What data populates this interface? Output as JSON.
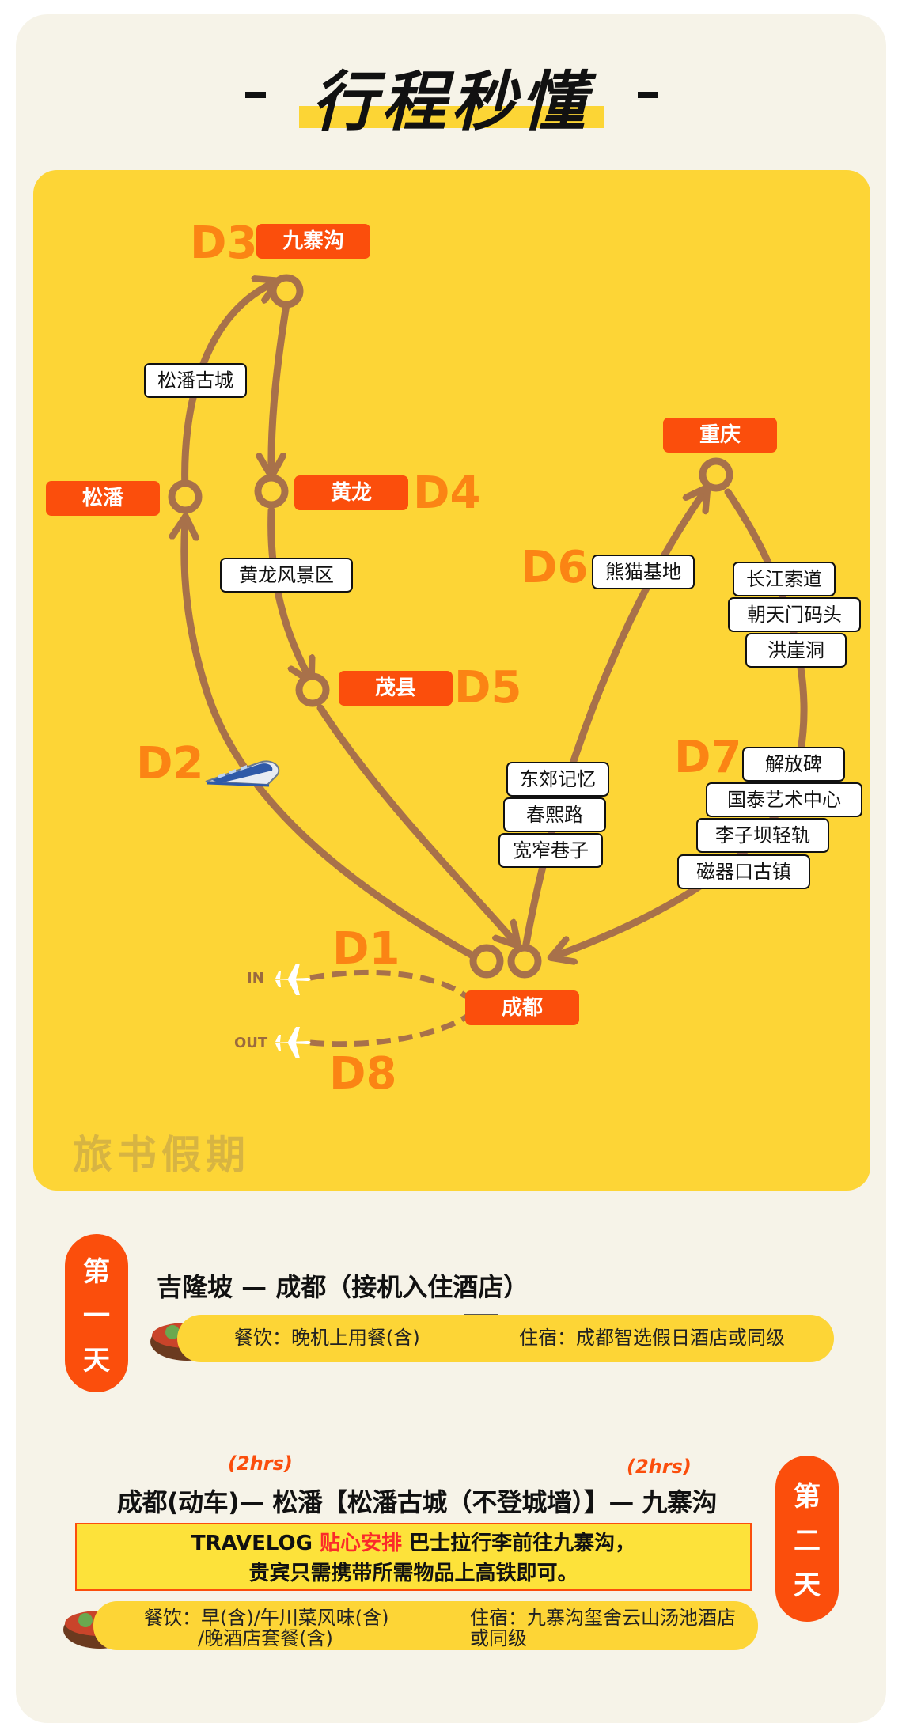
{
  "title": "行程秒懂",
  "map": {
    "cities": {
      "jiuzhaigou": "九寨沟",
      "songpan": "松潘",
      "huanglong": "黄龙",
      "maoxian": "茂县",
      "chongqing": "重庆",
      "chengdu": "成都"
    },
    "days": {
      "d1": "D1",
      "d2": "D2",
      "d3": "D3",
      "d4": "D4",
      "d5": "D5",
      "d6": "D6",
      "d7": "D7",
      "d8": "D8"
    },
    "spots": {
      "songpan_old_town": "松潘古城",
      "huanglong_scenic": "黄龙风景区",
      "panda_base": "熊猫基地",
      "changjiang_cableway": "长江索道",
      "chaotianmen": "朝天门码头",
      "hongyadong": "洪崖洞",
      "jiefangbei": "解放碑",
      "guotai": "国泰艺术中心",
      "liziba": "李子坝轻轨",
      "ciqikou": "磁器口古镇",
      "dongjiao": "东郊记忆",
      "chunxi": "春熙路",
      "kuanzhai": "宽窄巷子"
    },
    "flight_in": "IN",
    "flight_out": "OUT",
    "watermark": "旅书假期",
    "colors": {
      "route": "#a8714a",
      "tag": "#fb4e0c",
      "day": "#fb8414",
      "map_bg": "#fdd536"
    }
  },
  "day1": {
    "badge": [
      "第",
      "一",
      "天"
    ],
    "heading": "吉隆坡 — 成都（接机入住酒店）",
    "meal": "餐饮：晚机上用餐(含)",
    "hotel": "住宿：成都智选假日酒店或同级"
  },
  "day2": {
    "badge": [
      "第",
      "二",
      "天"
    ],
    "hrs1": "(2hrs)",
    "hrs2": "(2hrs)",
    "heading": "成都(动车)— 松潘【松潘古城（不登城墙）】— 九寨沟",
    "notice_a": "TRAVELOG ",
    "notice_red": "贴心安排",
    "notice_b": " 巴士拉行李前往九寨沟，",
    "notice_line2": "贵宾只需携带所需物品上高铁即可。",
    "meal_line1": "餐饮：早(含)/午川菜风味(含)",
    "meal_line2": "/晚酒店套餐(含)",
    "hotel_line1": "住宿：九寨沟玺舍云山汤池酒店",
    "hotel_line2": "或同级"
  }
}
